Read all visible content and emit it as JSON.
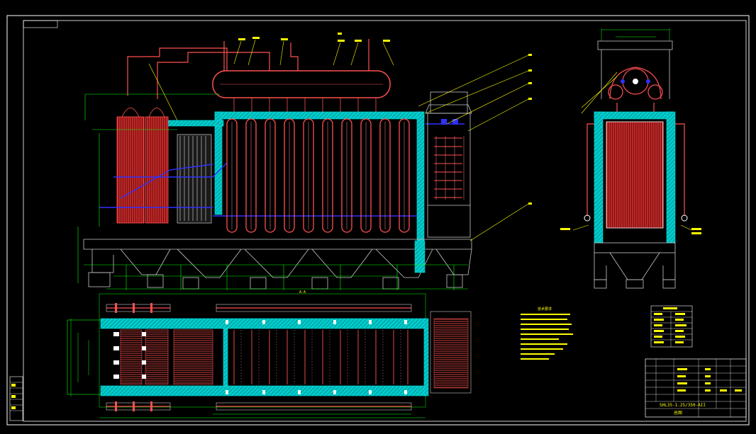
{
  "drawing": {
    "side_view_label": "A-A",
    "notes_title": "技术要求",
    "title_block_code": "SHL35-1.25/350-AII",
    "title_block_name": "总图"
  },
  "colors": {
    "background": "#000000",
    "frame": "#ffffff",
    "insulation": "#00e0e0",
    "tubes": "#ff5050",
    "water_pipes": "#3030ff",
    "dimensions": "#00ff00",
    "leaders": "#ffff00",
    "outline": "#c8c8c8"
  },
  "icons": [
    "boiler-front-elevation",
    "boiler-side-elevation",
    "boiler-plan-view",
    "title-block",
    "parameter-table"
  ]
}
